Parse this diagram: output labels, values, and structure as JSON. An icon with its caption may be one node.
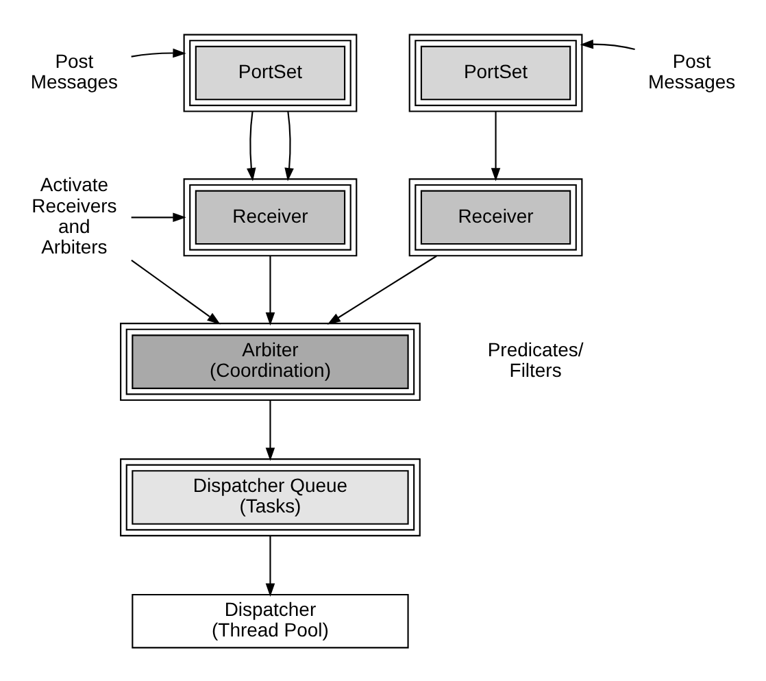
{
  "diagram": {
    "nodes": [
      {
        "text": [
          "Post Messages"
        ]
      },
      {
        "text": [
          "PortSet"
        ]
      },
      {
        "text": [
          "PortSet"
        ]
      },
      {
        "text": [
          "Post Messages"
        ]
      },
      {
        "text": [
          "Activate Receivers and Arbiters"
        ]
      },
      {
        "text": [
          "Receiver"
        ]
      },
      {
        "text": [
          "Receiver"
        ]
      },
      {
        "text": [
          "Arbiter (Coordination)"
        ]
      },
      {
        "text": [
          "Dispatcher Queue (Tasks)"
        ]
      },
      {
        "text": [
          "Dispatcher (Thread Pool)"
        ]
      }
    ],
    "edges": [
      {
        "from": 0,
        "to": 1,
        "arrow": "to"
      },
      {
        "from": 3,
        "to": 2,
        "arrow": "to"
      },
      {
        "from": 1,
        "to": 5,
        "arrow": "to"
      },
      {
        "from": 1,
        "to": 5,
        "arrow": "to"
      },
      {
        "from": 2,
        "to": 6,
        "arrow": "to"
      },
      {
        "from": 4,
        "to": 5,
        "arrow": "to"
      },
      {
        "from": 4,
        "to": 7,
        "arrow": "to"
      },
      {
        "from": 5,
        "to": 7,
        "arrow": "to"
      },
      {
        "from": 6,
        "to": 7,
        "arrow": "to"
      },
      {
        "from": 7,
        "to": 8,
        "arrow": "to"
      },
      {
        "from": 8,
        "to": 9,
        "arrow": "to"
      }
    ],
    "labels": [
      "Predicates/ Filters"
    ]
  }
}
